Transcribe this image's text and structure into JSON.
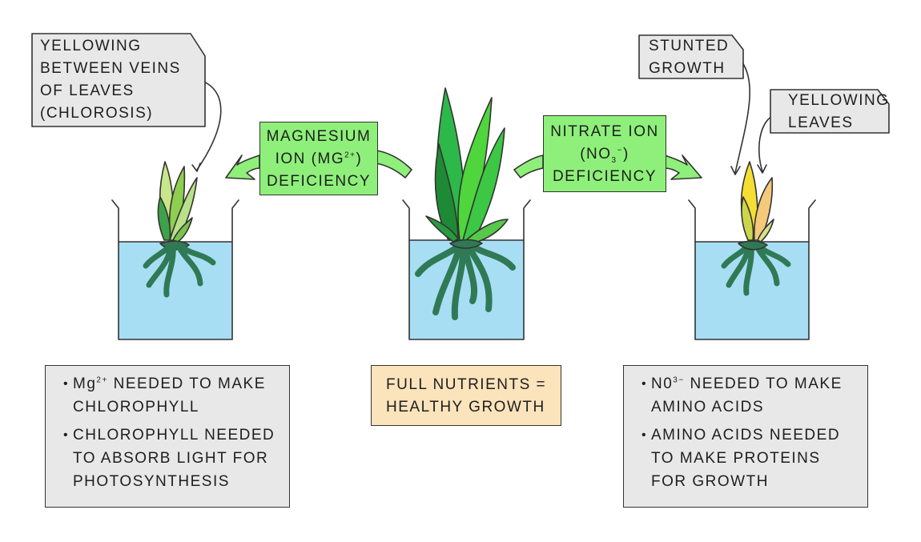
{
  "center": {
    "label": [
      "FULL NUTRIENTS =",
      "HEALTHY GROWTH"
    ]
  },
  "left": {
    "arrow_box": {
      "line1": "MAGNESIUM",
      "line2_prefix": "ION (Mg",
      "line2_sup": "2+",
      "line2_suffix": ")",
      "line3": "DEFICIENCY"
    },
    "symptom": [
      "YELLOWING",
      "BETWEEN VEINS",
      "OF LEAVES",
      "(CHLOROSIS)"
    ],
    "info": {
      "b1_prefix": "Mg",
      "b1_sup": "2+",
      "b1_l1": " NEEDED TO MAKE",
      "b1_l2": "CHLOROPHYLL",
      "b2": [
        "CHLOROPHYLL NEEDED",
        "TO ABSORB LIGHT FOR",
        "PHOTOSYNTHESIS"
      ]
    }
  },
  "right": {
    "arrow_box": {
      "line1": "NITRATE ION",
      "line2_prefix": "(NO",
      "line2_sub": "3",
      "line2_sup": "−",
      "line2_suffix": ")",
      "line3": "DEFICIENCY"
    },
    "symptom1": [
      "STUNTED",
      "GROWTH"
    ],
    "symptom2": [
      "YELLOWING",
      "LEAVES"
    ],
    "info": {
      "b1_prefix": "N0",
      "b1_sup": "3−",
      "b1_l1": " NEEDED TO MAKE",
      "b1_l2": "AMINO ACIDS",
      "b2": [
        "AMINO ACIDS NEEDED",
        "TO MAKE PROTEINS",
        "FOR GROWTH"
      ]
    }
  },
  "colors": {
    "water": "#a8def4",
    "green_box": "#8ef07a",
    "grey_box": "#e8e8e8",
    "orange_box": "#fbe3bb",
    "root": "#2f7a55",
    "leaf_dark": "#1f8a35",
    "leaf_bright": "#52d43c",
    "leaf_yellow": "#f5de33"
  }
}
